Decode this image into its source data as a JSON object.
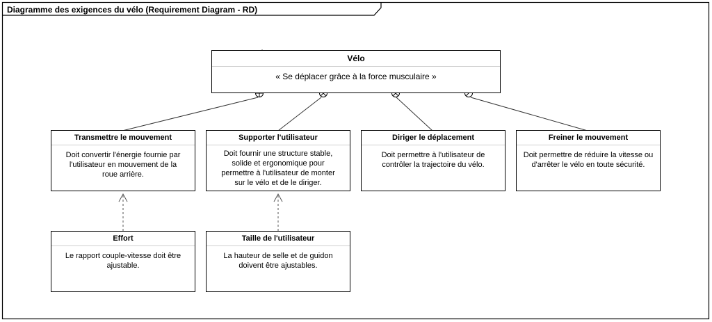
{
  "diagram": {
    "title": "Diagramme des exigences du vélo (Requirement Diagram - RD)"
  },
  "main_requirement": {
    "name": "Vélo",
    "text": "« Se déplacer grâce à la force musculaire »"
  },
  "requirements": [
    {
      "name": "Transmettre le mouvement",
      "text": "Doit convertir l'énergie fournie par l'utilisateur en mouvement de la roue arrière."
    },
    {
      "name": "Supporter l'utilisateur",
      "text": "Doit fournir une structure stable, solide et ergonomique pour permettre à l'utilisateur de monter sur le vélo et de le diriger."
    },
    {
      "name": "Diriger le déplacement",
      "text": "Doit permettre à l'utilisateur de contrôler la trajectoire du vélo."
    },
    {
      "name": "Freiner le mouvement",
      "text": "Doit permettre de réduire la vitesse ou d'arrêter le vélo en toute sécurité."
    }
  ],
  "sub_requirements": [
    {
      "name": "Effort",
      "text": "Le rapport couple-vitesse doit être ajustable."
    },
    {
      "name": "Taille de l'utilisateur",
      "text": "La hauteur de selle et de guidon doivent être ajustables."
    }
  ]
}
